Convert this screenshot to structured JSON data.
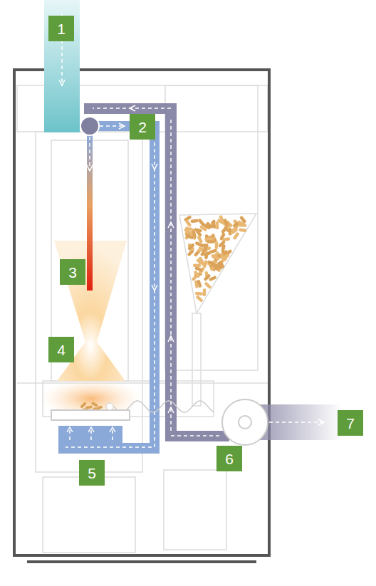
{
  "diagram": {
    "nodes": [
      {
        "text": [
          "1"
        ]
      },
      {
        "text": [
          "2"
        ]
      },
      {
        "text": [
          "3"
        ]
      },
      {
        "text": [
          "4"
        ]
      },
      {
        "text": [
          "5"
        ]
      },
      {
        "text": [
          "6"
        ]
      },
      {
        "text": [
          "7"
        ]
      }
    ]
  }
}
